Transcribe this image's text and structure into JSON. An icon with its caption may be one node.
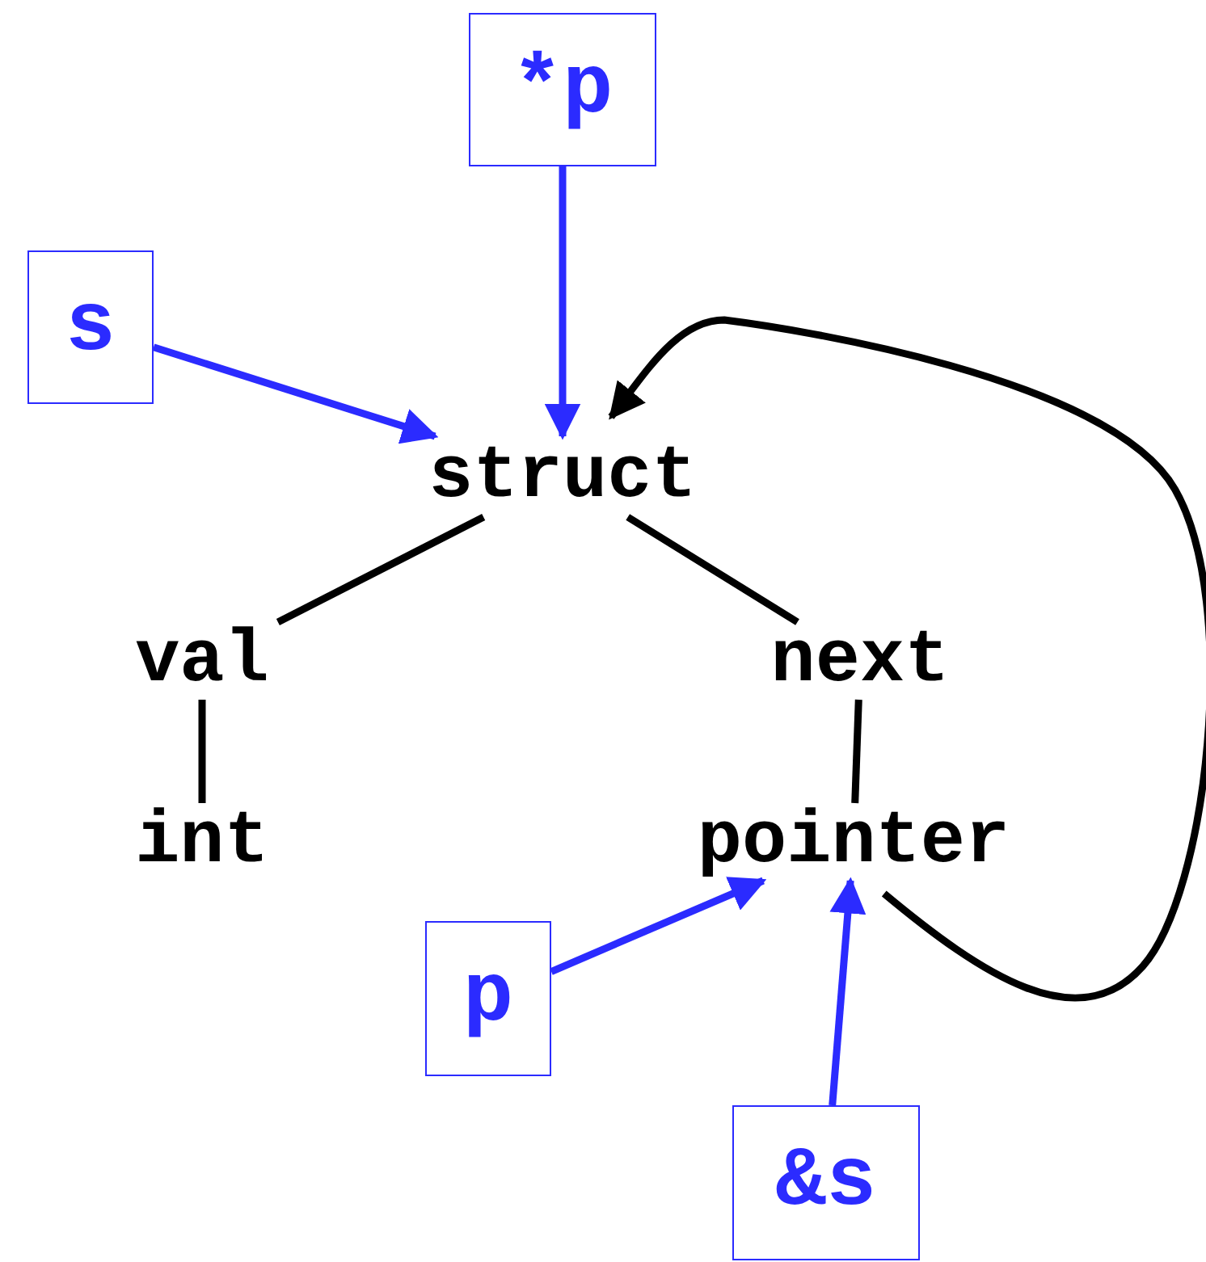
{
  "diagram": {
    "nodes": [
      {
        "text": [
          "*p"
        ]
      },
      {
        "text": [
          "s"
        ]
      },
      {
        "text": [
          "struct"
        ]
      },
      {
        "text": [
          "val"
        ]
      },
      {
        "text": [
          "next"
        ]
      },
      {
        "text": [
          "int"
        ]
      },
      {
        "text": [
          "pointer"
        ]
      },
      {
        "text": [
          "p"
        ]
      },
      {
        "text": [
          "&s"
        ]
      }
    ],
    "edges": [
      {
        "from": 0,
        "to": 2,
        "arrow": "to",
        "color": "#2b2bff"
      },
      {
        "from": 1,
        "to": 2,
        "arrow": "to",
        "color": "#2b2bff"
      },
      {
        "from": 2,
        "to": 3,
        "arrow": "none"
      },
      {
        "from": 2,
        "to": 4,
        "arrow": "none"
      },
      {
        "from": 3,
        "to": 5,
        "arrow": "none"
      },
      {
        "from": 4,
        "to": 6,
        "arrow": "none"
      },
      {
        "from": 7,
        "to": 6,
        "arrow": "to",
        "color": "#2b2bff"
      },
      {
        "from": 8,
        "to": 6,
        "arrow": "to",
        "color": "#2b2bff"
      },
      {
        "from": 6,
        "to": 2,
        "arrow": "to"
      }
    ]
  }
}
